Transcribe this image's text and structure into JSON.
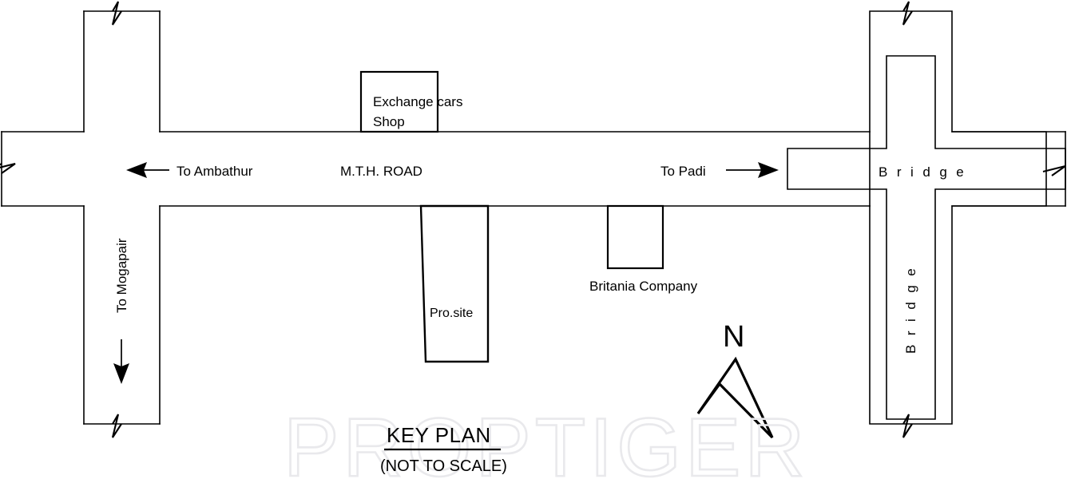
{
  "document": {
    "title": "KEY PLAN",
    "subtitle": "(NOT TO SCALE)",
    "watermark": "PROPTIGER"
  },
  "roads": {
    "main_road_label": "M.T.H. ROAD",
    "west_direction": "To Ambathur",
    "east_direction": "To Padi",
    "south_direction": "To Mogapair"
  },
  "landmarks": {
    "shop_line1": "Exchange cars",
    "shop_line2": "Shop",
    "company": "Britania Company",
    "site": "Pro.site",
    "bridge_horizontal": "B r i d g e",
    "bridge_vertical": "B r i d g e"
  },
  "compass": {
    "north_label": "N"
  },
  "colors": {
    "ink": "#000000",
    "paper": "#ffffff",
    "watermark": "#e9e9ec"
  }
}
